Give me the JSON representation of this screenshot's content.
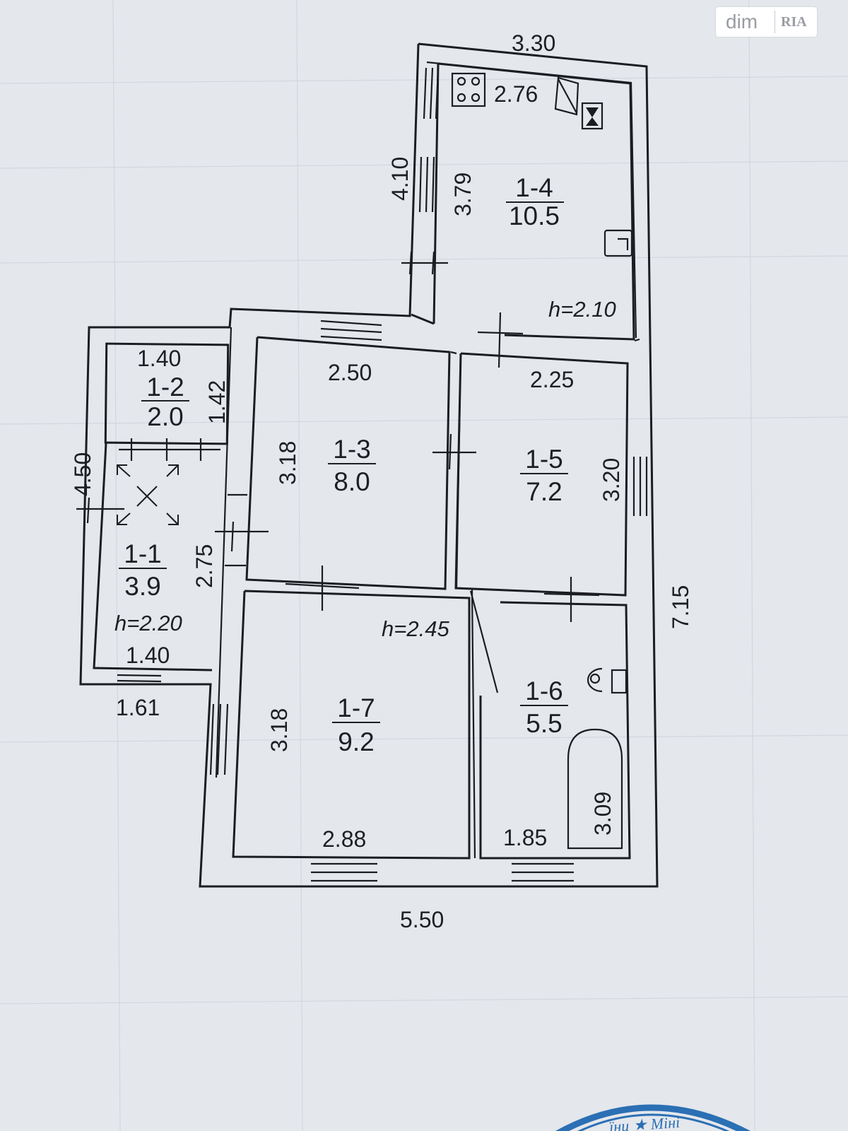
{
  "logo": {
    "brand": "dim",
    "partner": "RIA"
  },
  "stamp_text": "їни ★ Міні",
  "colors": {
    "paper": "#e4e7ec",
    "ink": "#1c1d22",
    "stamp": "#2b6fb4"
  },
  "rooms": {
    "r11": {
      "id": "1-1",
      "area": "3.9"
    },
    "r12": {
      "id": "1-2",
      "area": "2.0"
    },
    "r13": {
      "id": "1-3",
      "area": "8.0"
    },
    "r14": {
      "id": "1-4",
      "area": "10.5"
    },
    "r15": {
      "id": "1-5",
      "area": "7.2"
    },
    "r16": {
      "id": "1-6",
      "area": "5.5"
    },
    "r17": {
      "id": "1-7",
      "area": "9.2"
    }
  },
  "heights": {
    "h14": "h=2.10",
    "h11": "h=2.20",
    "main": "h=2.45"
  },
  "dimensions": {
    "top_outer": "3.30",
    "r14_width": "2.76",
    "r14_outer_height": "4.10",
    "r14_height": "3.79",
    "r13_width": "2.50",
    "r15_width": "2.25",
    "r12_width": "1.40",
    "r12_height": "1.42",
    "left_outer": "4.50",
    "r13_height": "3.18",
    "r15_height": "3.20",
    "r11_height": "2.75",
    "r11_width": "1.40",
    "left_bottom": "1.61",
    "right_outer": "7.15",
    "r17_height": "3.18",
    "r17_width": "2.88",
    "r16_width": "1.85",
    "bath_length": "3.09",
    "bottom_outer": "5.50"
  }
}
